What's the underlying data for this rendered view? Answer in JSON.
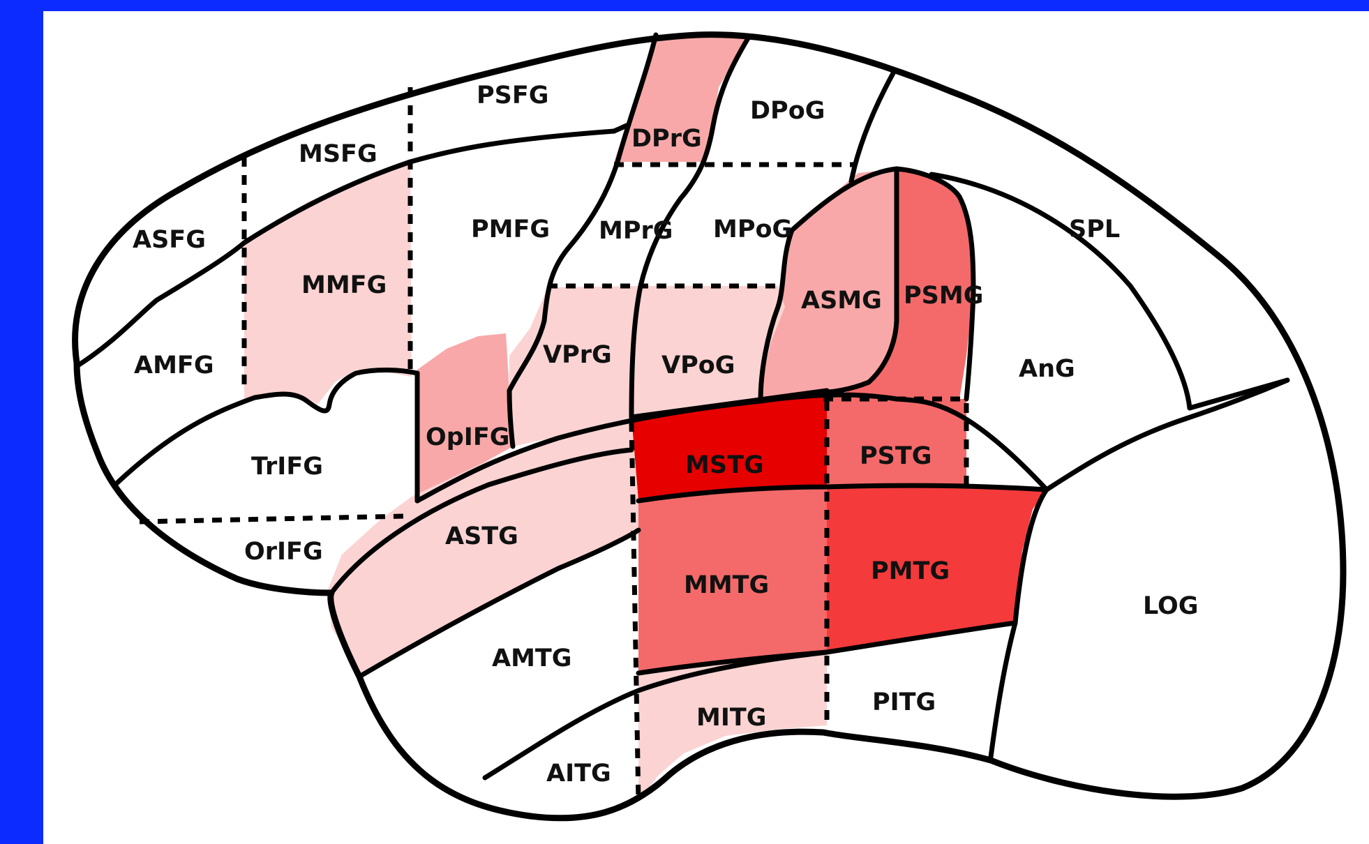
{
  "colors": {
    "frame": "#0b2bff",
    "panel": "#ffffff",
    "light": "#fbd3d3",
    "medium_light": "#f8a8a8",
    "medium": "#f58f8f",
    "strong": "#f46a6a",
    "very_strong": "#f43a3a",
    "max": "#e60000"
  },
  "regions": [
    {
      "id": "PSFG",
      "label": "PSFG",
      "shade": "none"
    },
    {
      "id": "DPrG",
      "label": "DPrG",
      "shade": "medium_light"
    },
    {
      "id": "DPoG",
      "label": "DPoG",
      "shade": "none"
    },
    {
      "id": "MSFG",
      "label": "MSFG",
      "shade": "none"
    },
    {
      "id": "ASFG",
      "label": "ASFG",
      "shade": "none"
    },
    {
      "id": "PMFG",
      "label": "PMFG",
      "shade": "none"
    },
    {
      "id": "MPrG",
      "label": "MPrG",
      "shade": "none"
    },
    {
      "id": "MPoG",
      "label": "MPoG",
      "shade": "none"
    },
    {
      "id": "SPL",
      "label": "SPL",
      "shade": "none"
    },
    {
      "id": "MMFG",
      "label": "MMFG",
      "shade": "light"
    },
    {
      "id": "ASMG",
      "label": "ASMG",
      "shade": "medium_light"
    },
    {
      "id": "PSMG",
      "label": "PSMG",
      "shade": "strong"
    },
    {
      "id": "AMFG",
      "label": "AMFG",
      "shade": "none"
    },
    {
      "id": "VPrG",
      "label": "VPrG",
      "shade": "light"
    },
    {
      "id": "VPoG",
      "label": "VPoG",
      "shade": "light"
    },
    {
      "id": "AnG",
      "label": "AnG",
      "shade": "none"
    },
    {
      "id": "OpIFG",
      "label": "OpIFG",
      "shade": "medium_light"
    },
    {
      "id": "TrIFG",
      "label": "TrIFG",
      "shade": "none"
    },
    {
      "id": "MSTG",
      "label": "MSTG",
      "shade": "max"
    },
    {
      "id": "PSTG",
      "label": "PSTG",
      "shade": "strong"
    },
    {
      "id": "ASTG",
      "label": "ASTG",
      "shade": "light"
    },
    {
      "id": "OrIFG",
      "label": "OrIFG",
      "shade": "none"
    },
    {
      "id": "MMTG",
      "label": "MMTG",
      "shade": "strong"
    },
    {
      "id": "PMTG",
      "label": "PMTG",
      "shade": "very_strong"
    },
    {
      "id": "LOG",
      "label": "LOG",
      "shade": "none"
    },
    {
      "id": "AMTG",
      "label": "AMTG",
      "shade": "none"
    },
    {
      "id": "MITG",
      "label": "MITG",
      "shade": "light"
    },
    {
      "id": "PITG",
      "label": "PITG",
      "shade": "none"
    },
    {
      "id": "AITG",
      "label": "AITG",
      "shade": "none"
    }
  ]
}
